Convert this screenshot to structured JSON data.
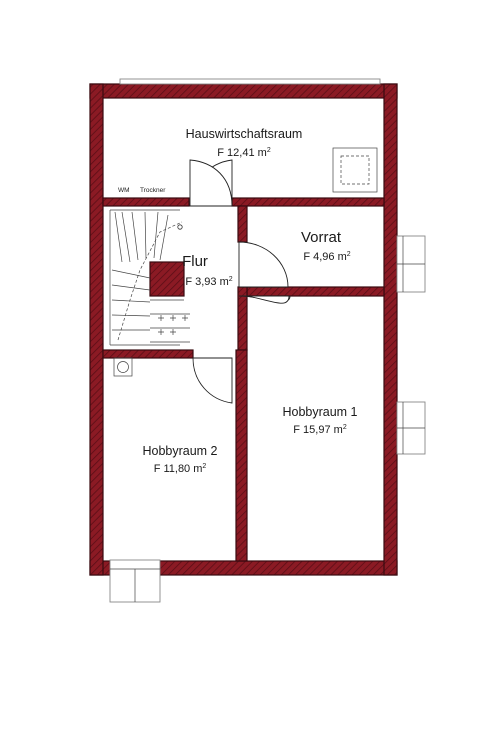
{
  "rooms": {
    "hauswirtschaft": {
      "name": "Hauswirtschaftsraum",
      "area": "F  12,41 m",
      "unit_sup": "2"
    },
    "vorrat": {
      "name": "Vorrat",
      "area": "F  4,96 m",
      "unit_sup": "2"
    },
    "flur": {
      "name": "Flur",
      "area": "F  3,93 m",
      "unit_sup": "2"
    },
    "hobby1": {
      "name": "Hobbyraum 1",
      "area": "F  15,97 m",
      "unit_sup": "2"
    },
    "hobby2": {
      "name": "Hobbyraum 2",
      "area": "F  11,80 m",
      "unit_sup": "2"
    }
  },
  "fixtures": {
    "wm": "WM",
    "trockner": "Trockner"
  },
  "colors": {
    "wall": "#8b1a24",
    "wall_dark": "#3a0a10"
  }
}
